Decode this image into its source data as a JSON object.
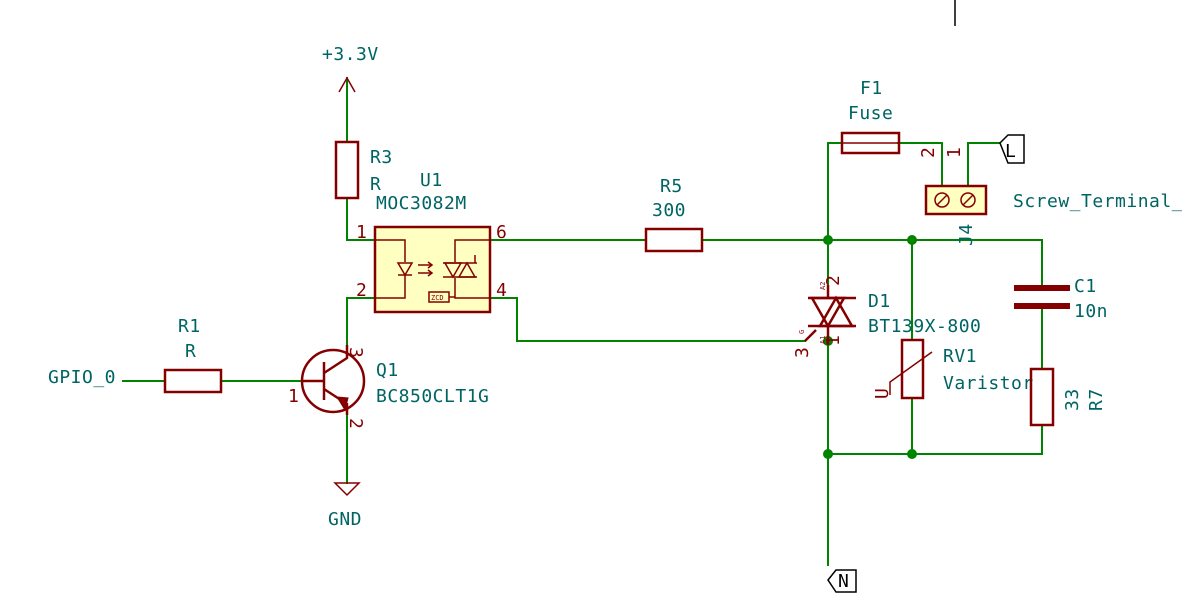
{
  "net_labels": {
    "vcc": "+3.3V",
    "gnd": "GND",
    "gpio": "GPIO_0",
    "live": "L",
    "neutral": "N"
  },
  "components": {
    "r3": {
      "ref": "R3",
      "value": "R"
    },
    "r1": {
      "ref": "R1",
      "value": "R"
    },
    "u1": {
      "ref": "U1",
      "value": "MOC3082M",
      "zcd": "ZCD"
    },
    "r5": {
      "ref": "R5",
      "value": "300"
    },
    "q1": {
      "ref": "Q1",
      "value": "BC850CLT1G"
    },
    "f1": {
      "ref": "F1",
      "value": "Fuse"
    },
    "j4": {
      "ref": "J4",
      "value": "Screw_Terminal_"
    },
    "d1": {
      "ref": "D1",
      "value": "BT139X-800",
      "a1": "A1",
      "a2": "A2",
      "g": "G"
    },
    "rv1": {
      "ref": "RV1",
      "value": "Varistor",
      "u": "U"
    },
    "c1": {
      "ref": "C1",
      "value": "10n"
    },
    "r7": {
      "ref": "R7",
      "value": "33"
    }
  },
  "pins": {
    "u1_1": "1",
    "u1_2": "2",
    "u1_4": "4",
    "u1_6": "6",
    "q1_1": "1",
    "q1_2": "2",
    "q1_3": "3",
    "j4_1": "1",
    "j4_2": "2",
    "d1_1": "1",
    "d1_2": "2",
    "d1_3": "3"
  },
  "colors": {
    "wire": "#008400",
    "component": "#840000",
    "label": "#006464",
    "ic_fill": "#ffffc2"
  }
}
